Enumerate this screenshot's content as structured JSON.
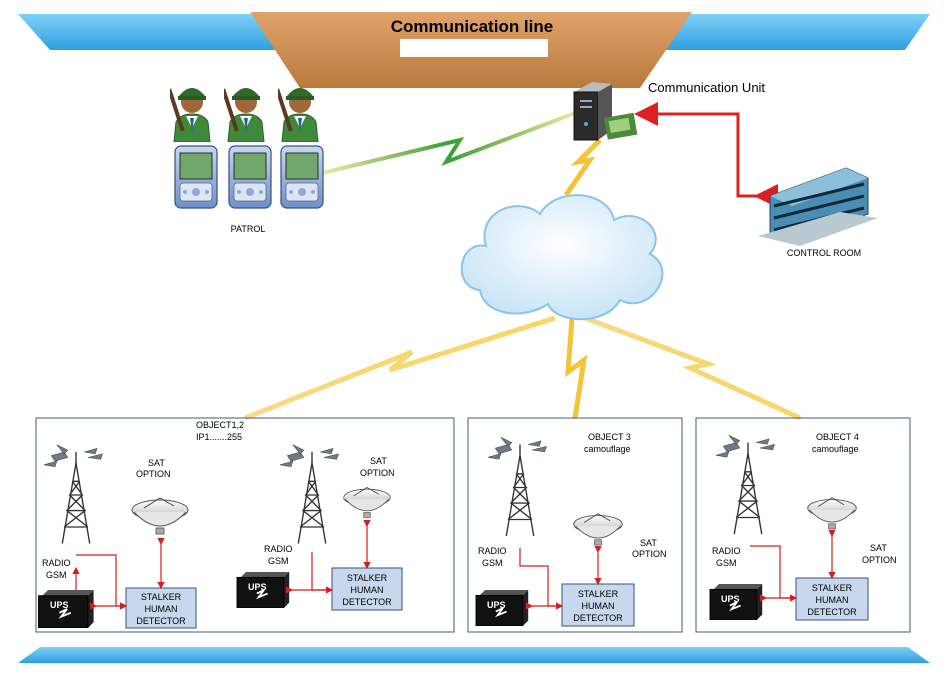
{
  "header": {
    "title": "Communication line"
  },
  "colors": {
    "banner_blue": "#4db3ea",
    "banner_brown": "#c8894a",
    "link_red": "#e02020",
    "link_green": "#3aa036",
    "link_yellow": "#f2c43a",
    "detector_fill": "#c7d8ee",
    "building_blue": "#3a7fa8"
  },
  "nodes": {
    "communication_unit": {
      "label": "Communication Unit",
      "icon": "server-icon"
    },
    "control_room": {
      "label": "CONTROL ROOM",
      "icon": "building-icon"
    },
    "patrol": {
      "label": "PATROL",
      "icon": "soldier-pda-icon"
    },
    "cloud": {
      "icon": "cloud-icon"
    }
  },
  "objects": [
    {
      "title_line1": "OBJECT1,2",
      "title_line2": "IP1.......255",
      "units": [
        {
          "radio_line1": "RADIO",
          "radio_line2": "GSM",
          "sat_line1": "SAT",
          "sat_line2": "OPTION",
          "ups": "UPS",
          "det_line1": "STALKER",
          "det_line2": "HUMAN",
          "det_line3": "DETECTOR"
        },
        {
          "radio_line1": "RADIO",
          "radio_line2": "GSM",
          "sat_line1": "SAT",
          "sat_line2": "OPTION",
          "ups": "UPS",
          "det_line1": "STALKER",
          "det_line2": "HUMAN",
          "det_line3": "DETECTOR"
        }
      ]
    },
    {
      "title_line1": "OBJECT 3",
      "title_line2": "camouflage",
      "units": [
        {
          "radio_line1": "RADIO",
          "radio_line2": "GSM",
          "sat_line1": "SAT",
          "sat_line2": "OPTION",
          "ups": "UPS",
          "det_line1": "STALKER",
          "det_line2": "HUMAN",
          "det_line3": "DETECTOR"
        }
      ]
    },
    {
      "title_line1": "OBJECT 4",
      "title_line2": "camouflage",
      "units": [
        {
          "radio_line1": "RADIO",
          "radio_line2": "GSM",
          "sat_line1": "SAT",
          "sat_line2": "OPTION",
          "ups": "UPS",
          "det_line1": "STALKER",
          "det_line2": "HUMAN",
          "det_line3": "DETECTOR"
        }
      ]
    }
  ]
}
